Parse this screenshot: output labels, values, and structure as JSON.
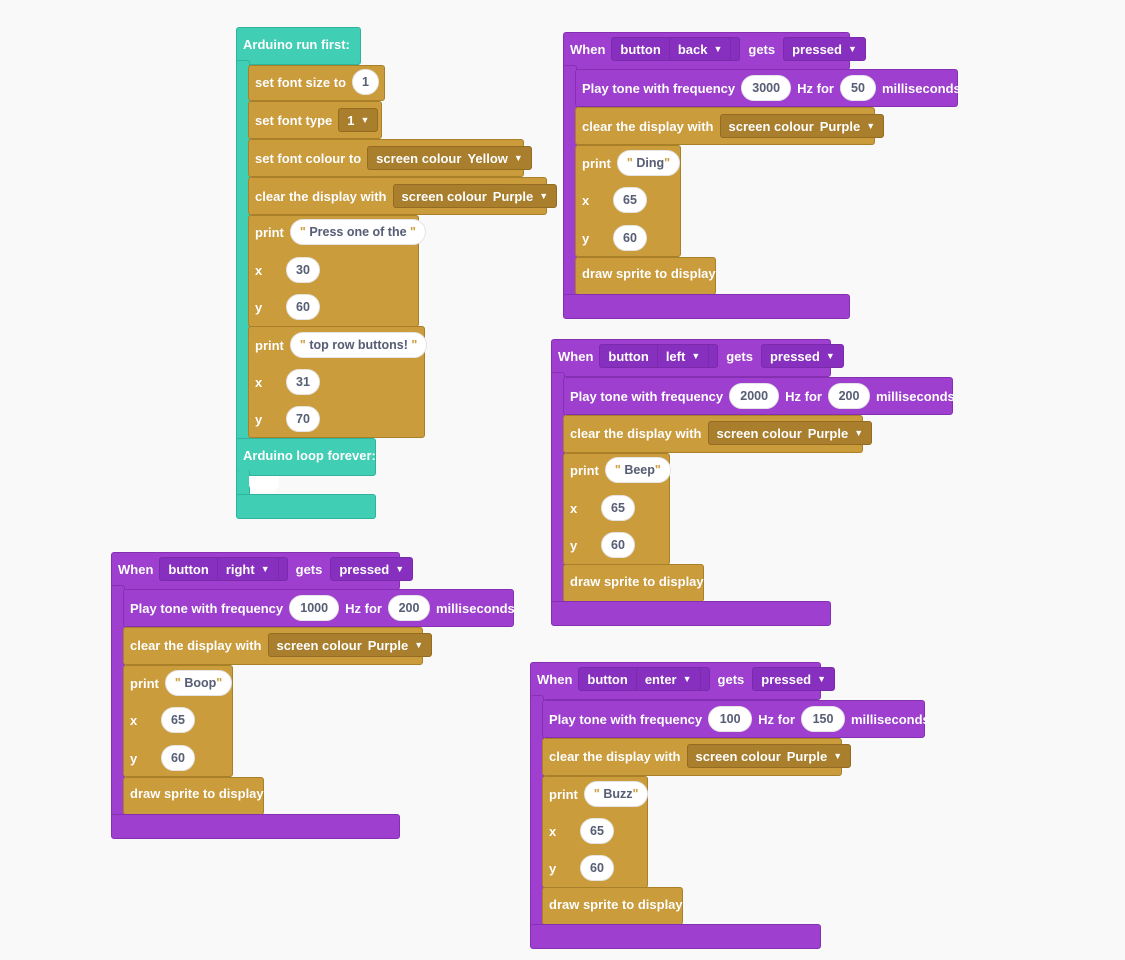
{
  "colors": {
    "setup": "#40cfb5",
    "event": "#9e3fd0",
    "command": "#cb9c3b",
    "page_bg": "#f9f9f9"
  },
  "setup": {
    "title": "Arduino run first:",
    "font_size_label": "set font size to",
    "font_size": "1",
    "font_type_label": "set font type",
    "font_type": "1",
    "font_colour_label": "set font colour to",
    "font_colour_prefix": "screen colour",
    "font_colour": "Yellow",
    "clear_label": "clear the display with",
    "clear_prefix": "screen colour",
    "clear_colour": "Purple",
    "print1": {
      "label": "print",
      "text": "Press one of the",
      "x_label": "x",
      "x": "30",
      "y_label": "y",
      "y": "60"
    },
    "print2": {
      "label": "print",
      "text": "top row buttons!",
      "x_label": "x",
      "x": "31",
      "y_label": "y",
      "y": "70"
    },
    "loop_title": "Arduino loop forever:"
  },
  "handlers": {
    "back": {
      "when": "When",
      "button": "button",
      "key": "back",
      "gets": "gets",
      "event": "pressed",
      "tone_label": "Play tone with frequency",
      "freq": "3000",
      "hz_for": "Hz for",
      "ms": "50",
      "ms_label": "milliseconds",
      "clear_label": "clear the display with",
      "clear_prefix": "screen colour",
      "clear_colour": "Purple",
      "print_label": "print",
      "text": "Ding",
      "x_label": "x",
      "x": "65",
      "y_label": "y",
      "y": "60",
      "draw_label": "draw sprite to display"
    },
    "left": {
      "when": "When",
      "button": "button",
      "key": "left",
      "gets": "gets",
      "event": "pressed",
      "tone_label": "Play tone with frequency",
      "freq": "2000",
      "hz_for": "Hz for",
      "ms": "200",
      "ms_label": "milliseconds",
      "clear_label": "clear the display with",
      "clear_prefix": "screen colour",
      "clear_colour": "Purple",
      "print_label": "print",
      "text": "Beep",
      "x_label": "x",
      "x": "65",
      "y_label": "y",
      "y": "60",
      "draw_label": "draw sprite to display"
    },
    "right": {
      "when": "When",
      "button": "button",
      "key": "right",
      "gets": "gets",
      "event": "pressed",
      "tone_label": "Play tone with frequency",
      "freq": "1000",
      "hz_for": "Hz for",
      "ms": "200",
      "ms_label": "milliseconds",
      "clear_label": "clear the display with",
      "clear_prefix": "screen colour",
      "clear_colour": "Purple",
      "print_label": "print",
      "text": "Boop",
      "x_label": "x",
      "x": "65",
      "y_label": "y",
      "y": "60",
      "draw_label": "draw sprite to display"
    },
    "enter": {
      "when": "When",
      "button": "button",
      "key": "enter",
      "gets": "gets",
      "event": "pressed",
      "tone_label": "Play tone with frequency",
      "freq": "100",
      "hz_for": "Hz for",
      "ms": "150",
      "ms_label": "milliseconds",
      "clear_label": "clear the display with",
      "clear_prefix": "screen colour",
      "clear_colour": "Purple",
      "print_label": "print",
      "text": "Buzz",
      "x_label": "x",
      "x": "65",
      "y_label": "y",
      "y": "60",
      "draw_label": "draw sprite to display"
    }
  }
}
